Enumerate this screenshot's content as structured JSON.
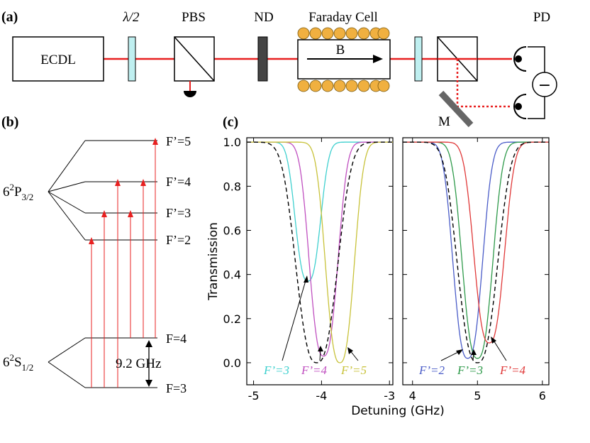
{
  "panel_a": {
    "label": "(a)",
    "laser": "ECDL",
    "half_wave": "λ/2",
    "pbs": "PBS",
    "nd": "ND",
    "faraday": "Faraday Cell",
    "field": "B",
    "pd": "PD",
    "mirror": "M",
    "minus": "−"
  },
  "panel_b": {
    "label": "(b)",
    "excited_state": {
      "base": "6",
      "sup": "2",
      "letter": "P",
      "sub": "3/2"
    },
    "ground_state": {
      "base": "6",
      "sup": "2",
      "letter": "S",
      "sub": "1/2"
    },
    "excited_levels": [
      "F’=5",
      "F’=4",
      "F’=3",
      "F’=2"
    ],
    "ground_levels": [
      "F=4",
      "F=3"
    ],
    "splitting": "9.2 GHz"
  },
  "panel_c": {
    "label": "(c)",
    "left_annotations": [
      "F’=3",
      "F’=4",
      "F’=5"
    ],
    "right_annotations": [
      "F’=2",
      "F’=3",
      "F’=4"
    ]
  },
  "chart_data": [
    {
      "type": "line",
      "xlabel": "Detuning (GHz)",
      "ylabel": "Transmission",
      "xlim": [
        -5.1,
        -2.95
      ],
      "ylim": [
        -0.1,
        1.02
      ],
      "xticks": [
        "-5",
        "-4",
        "-3"
      ],
      "yticks": [
        "0.0",
        "0.2",
        "0.4",
        "0.6",
        "0.8",
        "1.0"
      ],
      "series": [
        {
          "name": "F’=3",
          "color": "#3fd0cf",
          "center": -4.2,
          "min": 0.37,
          "width": 0.23
        },
        {
          "name": "F’=4",
          "color": "#c050c0",
          "center": -3.97,
          "min": 0.03,
          "width": 0.26
        },
        {
          "name": "F’=5",
          "color": "#c8c23a",
          "center": -3.73,
          "min": 0.0,
          "width": 0.26
        },
        {
          "name": "",
          "color": "#000000",
          "dashed": true,
          "center": -4.07,
          "min": 0.0,
          "width": 0.38
        }
      ]
    },
    {
      "type": "line",
      "xlim": [
        3.85,
        6.1
      ],
      "ylim": [
        -0.1,
        1.02
      ],
      "xticks": [
        "4",
        "5",
        "6"
      ],
      "series": [
        {
          "name": "F’=2",
          "color": "#4a5cc8",
          "center": 4.85,
          "min": 0.02,
          "width": 0.28
        },
        {
          "name": "F’=3",
          "color": "#2e9a4a",
          "center": 5.0,
          "min": 0.02,
          "width": 0.29
        },
        {
          "name": "F’=4",
          "color": "#e03838",
          "center": 5.18,
          "min": 0.09,
          "width": 0.29
        },
        {
          "name": "",
          "color": "#000000",
          "dashed": true,
          "center": 5.0,
          "min": 0.0,
          "width": 0.38
        }
      ]
    }
  ]
}
